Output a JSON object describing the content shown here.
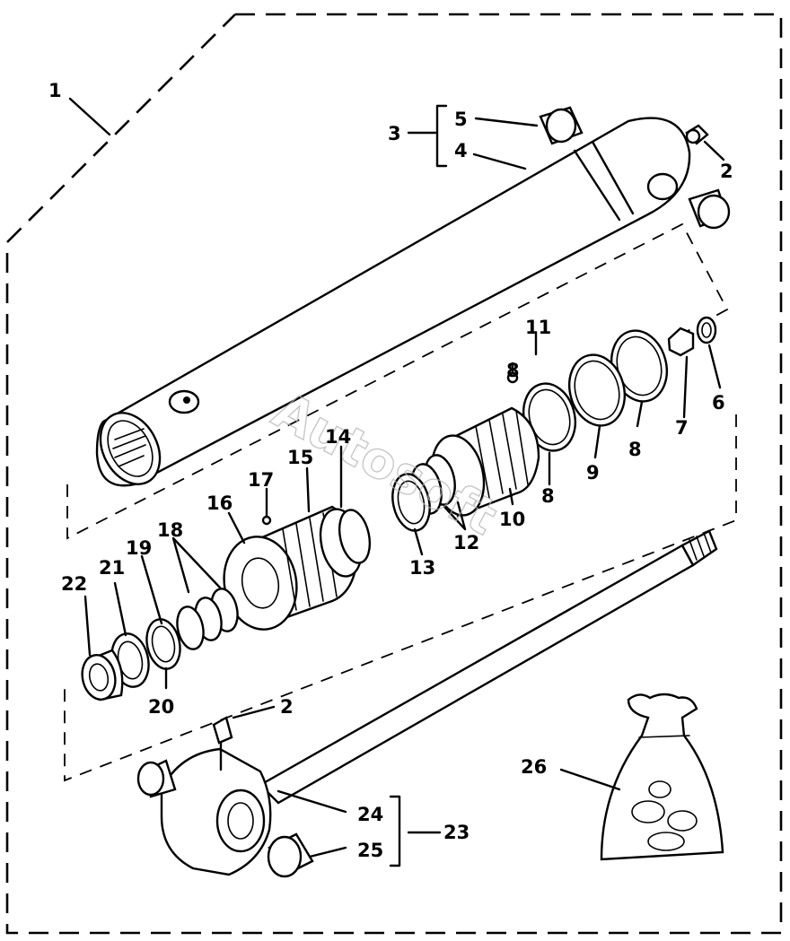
{
  "watermark": "Autosoft",
  "callouts": {
    "c1": "1",
    "c2a": "2",
    "c2b": "2",
    "c3": "3",
    "c4": "4",
    "c5": "5",
    "c6": "6",
    "c7": "7",
    "c8a": "8",
    "c8b": "8",
    "c8c": "8",
    "c9": "9",
    "c10": "10",
    "c11": "11",
    "c12": "12",
    "c13": "13",
    "c14": "14",
    "c15": "15",
    "c16": "16",
    "c17": "17",
    "c18": "18",
    "c19": "19",
    "c20": "20",
    "c21": "21",
    "c22": "22",
    "c23": "23",
    "c24": "24",
    "c25": "25",
    "c26": "26"
  }
}
